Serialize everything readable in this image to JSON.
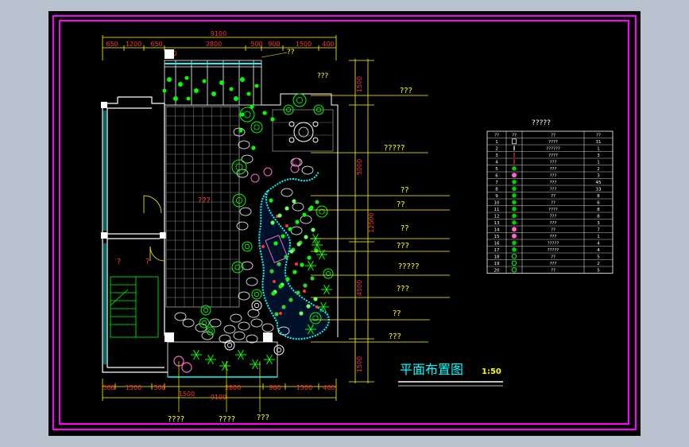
{
  "dims": {
    "top_total": "9100",
    "top_segments": [
      "650",
      "1200",
      "650",
      "2800",
      "500",
      "900",
      "1500",
      "400"
    ],
    "top_sub": "500",
    "bottom_segments": [
      "500",
      "1500",
      "500",
      "2800",
      "900",
      "1500",
      "400"
    ],
    "bottom_sub": "1500",
    "bottom_total": "9100",
    "right_segments": [
      "1500",
      "5000",
      "4500",
      "1500"
    ],
    "right_total": "12500"
  },
  "labels": {
    "top_note": "??",
    "top_right": "???",
    "center_area": "???",
    "stair_1": "?",
    "stair_2": "?",
    "callouts": [
      "???",
      "?????",
      "??",
      "??",
      "??",
      "???",
      "?????",
      "???",
      "??",
      "???"
    ],
    "bottom": [
      "????",
      "????",
      "???"
    ]
  },
  "title": {
    "main": "平面布置图",
    "scale": "1:50"
  },
  "legend": {
    "title": "?????",
    "headers": [
      "??",
      "??",
      "??",
      "??"
    ],
    "rows": [
      {
        "no": "1",
        "name": "????",
        "qty": "31",
        "icon": "pot"
      },
      {
        "no": "2",
        "name": "??????",
        "qty": "1",
        "icon": "lamp"
      },
      {
        "no": "3",
        "name": "????",
        "qty": "3",
        "icon": "pole"
      },
      {
        "no": "4",
        "name": "???",
        "qty": "1",
        "icon": "pole"
      },
      {
        "no": "5",
        "name": "???",
        "qty": "2",
        "icon": "dot"
      },
      {
        "no": "6",
        "name": "???",
        "qty": "3",
        "icon": "flower"
      },
      {
        "no": "7",
        "name": "???",
        "qty": "45",
        "icon": "dot"
      },
      {
        "no": "8",
        "name": "???",
        "qty": "33",
        "icon": "leaf"
      },
      {
        "no": "9",
        "name": "??",
        "qty": "8",
        "icon": "star"
      },
      {
        "no": "10",
        "name": "??",
        "qty": "6",
        "icon": "star"
      },
      {
        "no": "11",
        "name": "????",
        "qty": "8",
        "icon": "star"
      },
      {
        "no": "12",
        "name": "???",
        "qty": "8",
        "icon": "star"
      },
      {
        "no": "13",
        "name": "???",
        "qty": "3",
        "icon": "star"
      },
      {
        "no": "14",
        "name": "??",
        "qty": "7",
        "icon": "flower"
      },
      {
        "no": "15",
        "name": "???",
        "qty": "1",
        "icon": "flower"
      },
      {
        "no": "16",
        "name": "?????",
        "qty": "4",
        "icon": "tree"
      },
      {
        "no": "17",
        "name": "?????",
        "qty": "4",
        "icon": "star"
      },
      {
        "no": "18",
        "name": "??",
        "qty": "5",
        "icon": "ring"
      },
      {
        "no": "19",
        "name": "???",
        "qty": "2",
        "icon": "ring"
      },
      {
        "no": "20",
        "name": "??",
        "qty": "5",
        "icon": "ring"
      }
    ]
  },
  "colors": {
    "frame": "#ff00ff",
    "dimension": "#ffff00",
    "label": "#ffff00",
    "wall": "#ffffff",
    "water": "#00ffff",
    "plant": "#00ff00",
    "accent": "#ff0000"
  }
}
